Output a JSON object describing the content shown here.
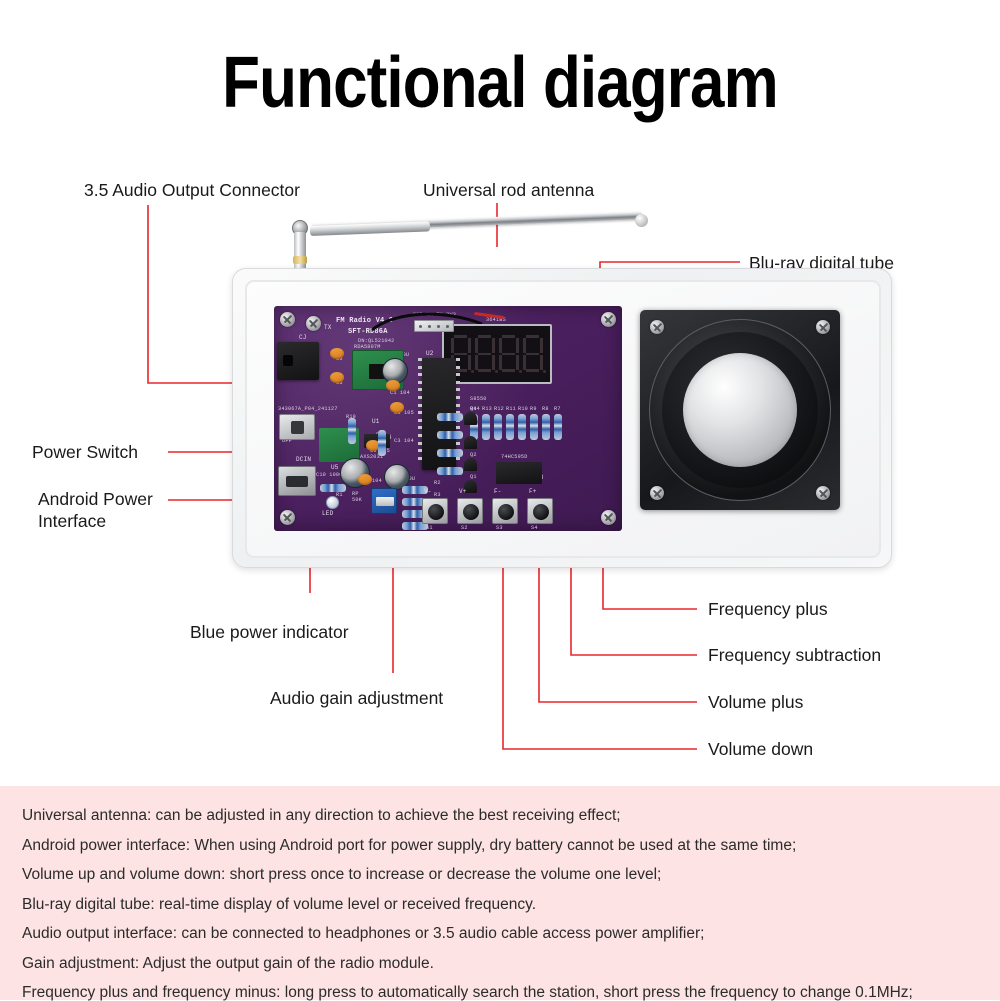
{
  "title": "Functional diagram",
  "colors": {
    "leader_red": "#e8262b",
    "footer_bg": "#fde3e3",
    "pcb_purple": "#4a1f5e",
    "label_text": "#1a1a1a"
  },
  "callouts": {
    "audio_output": "3.5 Audio Output Connector",
    "antenna": "Universal rod antenna",
    "digital_tube": "Blu-ray digital tube",
    "power_switch": "Power Switch",
    "android_power": "Android Power\nInterface",
    "blue_indicator": "Blue power indicator",
    "gain_adjust": "Audio gain adjustment",
    "freq_plus": "Frequency plus",
    "freq_subtract": "Frequency subtraction",
    "volume_plus": "Volume plus",
    "volume_down": "Volume down"
  },
  "pcb_silkscreen": {
    "board_name": "FM Radio V4.0",
    "model": "SFT-RD86A",
    "batch": "DN:QL521042",
    "serial": "343067A_P84_241127",
    "header_pins": "GND RX TX 3V3",
    "header_ref": "P1",
    "tx_mark": "TX",
    "cj_mark": "CJ",
    "k_mark": "K",
    "dcin": "DCIN",
    "led": "LED",
    "trimpot": "RP\n50K",
    "u1": "U1",
    "u2": "U2",
    "u3": "U3",
    "u4": "U4",
    "u5": "U5",
    "rda_module": "RDA5807M",
    "shift_reg": "74HC595D",
    "transistor": "S8550",
    "amp_mod": "AXS2031",
    "seg_top": "3641BS",
    "caps": [
      "C2 100U",
      "C1 104",
      "C8 105",
      "C9 105",
      "C3 104",
      "C4 100U",
      "C7 104",
      "C10 1000U",
      "C6",
      "C5"
    ],
    "resistors_top": [
      "R14",
      "R13",
      "R12",
      "R11",
      "R10",
      "R9",
      "R8",
      "R7"
    ],
    "resistors_mid": [
      "R18",
      "R17",
      "R16",
      "R15"
    ],
    "resistors_left": [
      "R19",
      "R20",
      "R1"
    ],
    "resistors_btm": [
      "R2",
      "R3",
      "R4",
      "R5"
    ],
    "transistors": [
      "Q1",
      "Q2",
      "Q3",
      "Q4"
    ],
    "switch_labels": [
      "ON",
      "OFF"
    ]
  },
  "buttons": [
    {
      "mark": "V-",
      "ref": "S1",
      "name": "volume-down-button"
    },
    {
      "mark": "V+",
      "ref": "S2",
      "name": "volume-plus-button"
    },
    {
      "mark": "F-",
      "ref": "S3",
      "name": "frequency-subtract-button"
    },
    {
      "mark": "F+",
      "ref": "S4",
      "name": "frequency-plus-button"
    }
  ],
  "display": {
    "digit_count": 4,
    "value": "",
    "lit": false
  },
  "footer_notes": [
    "Universal antenna: can be adjusted in any direction to achieve the best receiving effect;",
    "Android power interface: When using Android port for power supply, dry battery cannot be used at the same time;",
    "Volume up and volume down: short press once to increase or decrease the volume one level;",
    "Blu-ray digital tube: real-time display of volume level or received frequency.",
    "Audio output interface: can be connected to headphones or 3.5 audio cable access power amplifier;",
    "Gain adjustment: Adjust the output gain of the radio module.",
    "Frequency plus and frequency minus: long press to automatically search the station, short press the frequency to change 0.1MHz;"
  ]
}
